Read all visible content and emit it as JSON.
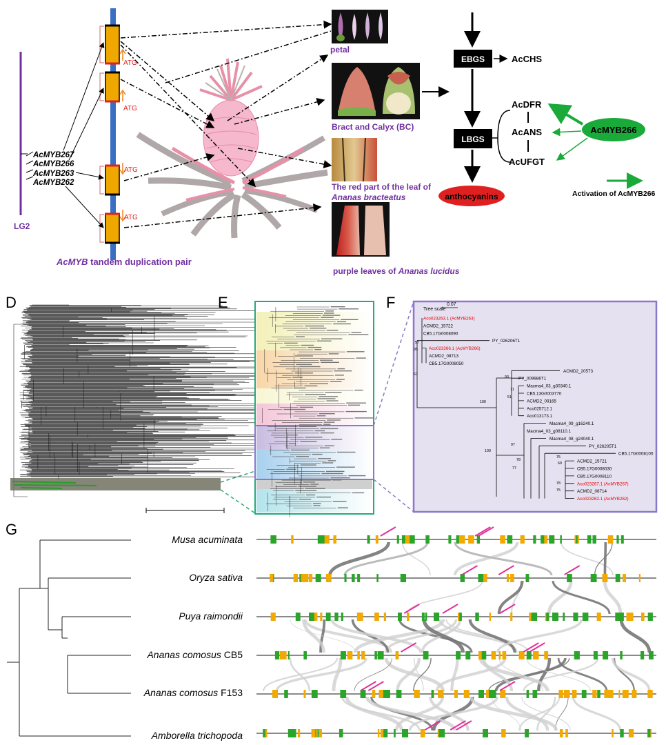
{
  "panel_labels": {
    "d": "D",
    "e": "E",
    "f": "F",
    "g": "G"
  },
  "top": {
    "chromosome": {
      "lg_label": "LG2",
      "genes": [
        "AcMYB267",
        "AcMYB266",
        "AcMYB263",
        "AcMYB262"
      ],
      "atg": "ATG",
      "caption_italic": "AcMYB",
      "caption_rest": " tandem duplication pair"
    },
    "tissues": {
      "petal": "petal",
      "bract": "Bract  and Calyx (BC)",
      "leaf_red_1": "The red part of the leaf of",
      "leaf_red_2": "Ananas bracteatus",
      "leaf_purple_1": "purple leaves of ",
      "leaf_purple_2": "Ananas lucidus"
    },
    "pathway": {
      "ebgs": "EBGS",
      "chs": "AcCHS",
      "lbgs": "LBGS",
      "dfr": "AcDFR",
      "ans": "AcANS",
      "ufgt": "AcUFGT",
      "anthocyanins": "anthocyanins",
      "myb": "AcMYB266",
      "legend": "Activation   of AcMYB266"
    },
    "colors": {
      "purple": "#7030a0",
      "red": "#e02020",
      "green": "#1aaa3a",
      "orange": "#f0a000",
      "chrom": "#3a6fc4"
    }
  },
  "tree_f": {
    "scale_label": "Tree scale",
    "scale_value": "0.07",
    "leaves": [
      {
        "name": "Aco023263.1",
        "tag": "(AcMYB263)",
        "hl": true
      },
      {
        "name": "ACMD2_15722",
        "tag": "",
        "hl": false
      },
      {
        "name": "CB5.17G0008090",
        "tag": "",
        "hl": false
      },
      {
        "name": "PY_026206T1",
        "tag": "",
        "hl": false
      },
      {
        "name": "Aco023266.1",
        "tag": "(AcMYB266)",
        "hl": true
      },
      {
        "name": "ACMD2_08713",
        "tag": "",
        "hl": false
      },
      {
        "name": "CB5.17G0008050",
        "tag": "",
        "hl": false
      },
      {
        "name": "ACMD2_20573",
        "tag": "",
        "hl": false
      },
      {
        "name": "PY_009986T1",
        "tag": "",
        "hl": false
      },
      {
        "name": "Macma4_03_g30340.1",
        "tag": "",
        "hl": false
      },
      {
        "name": "CB5.13G0003770",
        "tag": "",
        "hl": false
      },
      {
        "name": "ACMD2_09165",
        "tag": "",
        "hl": false
      },
      {
        "name": "Aco025712.1",
        "tag": "",
        "hl": false
      },
      {
        "name": "Aco013173.1",
        "tag": "",
        "hl": false
      },
      {
        "name": "Macma4_09_g16240.1",
        "tag": "",
        "hl": false
      },
      {
        "name": "Macma4_03_g08110.1",
        "tag": "",
        "hl": false
      },
      {
        "name": "Macma4_08_g24040.1",
        "tag": "",
        "hl": false
      },
      {
        "name": "PY_026205T1",
        "tag": "",
        "hl": false
      },
      {
        "name": "CB5.17G0008100",
        "tag": "",
        "hl": false
      },
      {
        "name": "ACMD2_15721",
        "tag": "",
        "hl": false
      },
      {
        "name": "CB5.17G0008030",
        "tag": "",
        "hl": false
      },
      {
        "name": "CB5.17G0008110",
        "tag": "",
        "hl": false
      },
      {
        "name": "Aco023267.1",
        "tag": "(AcMYB267)",
        "hl": true
      },
      {
        "name": "ACMD2_08714",
        "tag": "",
        "hl": false
      },
      {
        "name": "Aco023262.1",
        "tag": "(AcMYB262)",
        "hl": true
      }
    ],
    "bootstraps": [
      "57",
      "95",
      "67",
      "100",
      "100",
      "93",
      "71",
      "51",
      "97",
      "78",
      "77",
      "75",
      "69",
      "78",
      "75"
    ]
  },
  "synteny": {
    "species": [
      {
        "genus": "Musa acuminata",
        "suffix": ""
      },
      {
        "genus": "Oryza sativa",
        "suffix": ""
      },
      {
        "genus": "Puya raimondii",
        "suffix": ""
      },
      {
        "genus": "Ananas comosus",
        "suffix": " CB5"
      },
      {
        "genus": "Ananas comosus",
        "suffix": " F153"
      },
      {
        "genus": "Amborella trichopoda",
        "suffix": ""
      }
    ]
  }
}
